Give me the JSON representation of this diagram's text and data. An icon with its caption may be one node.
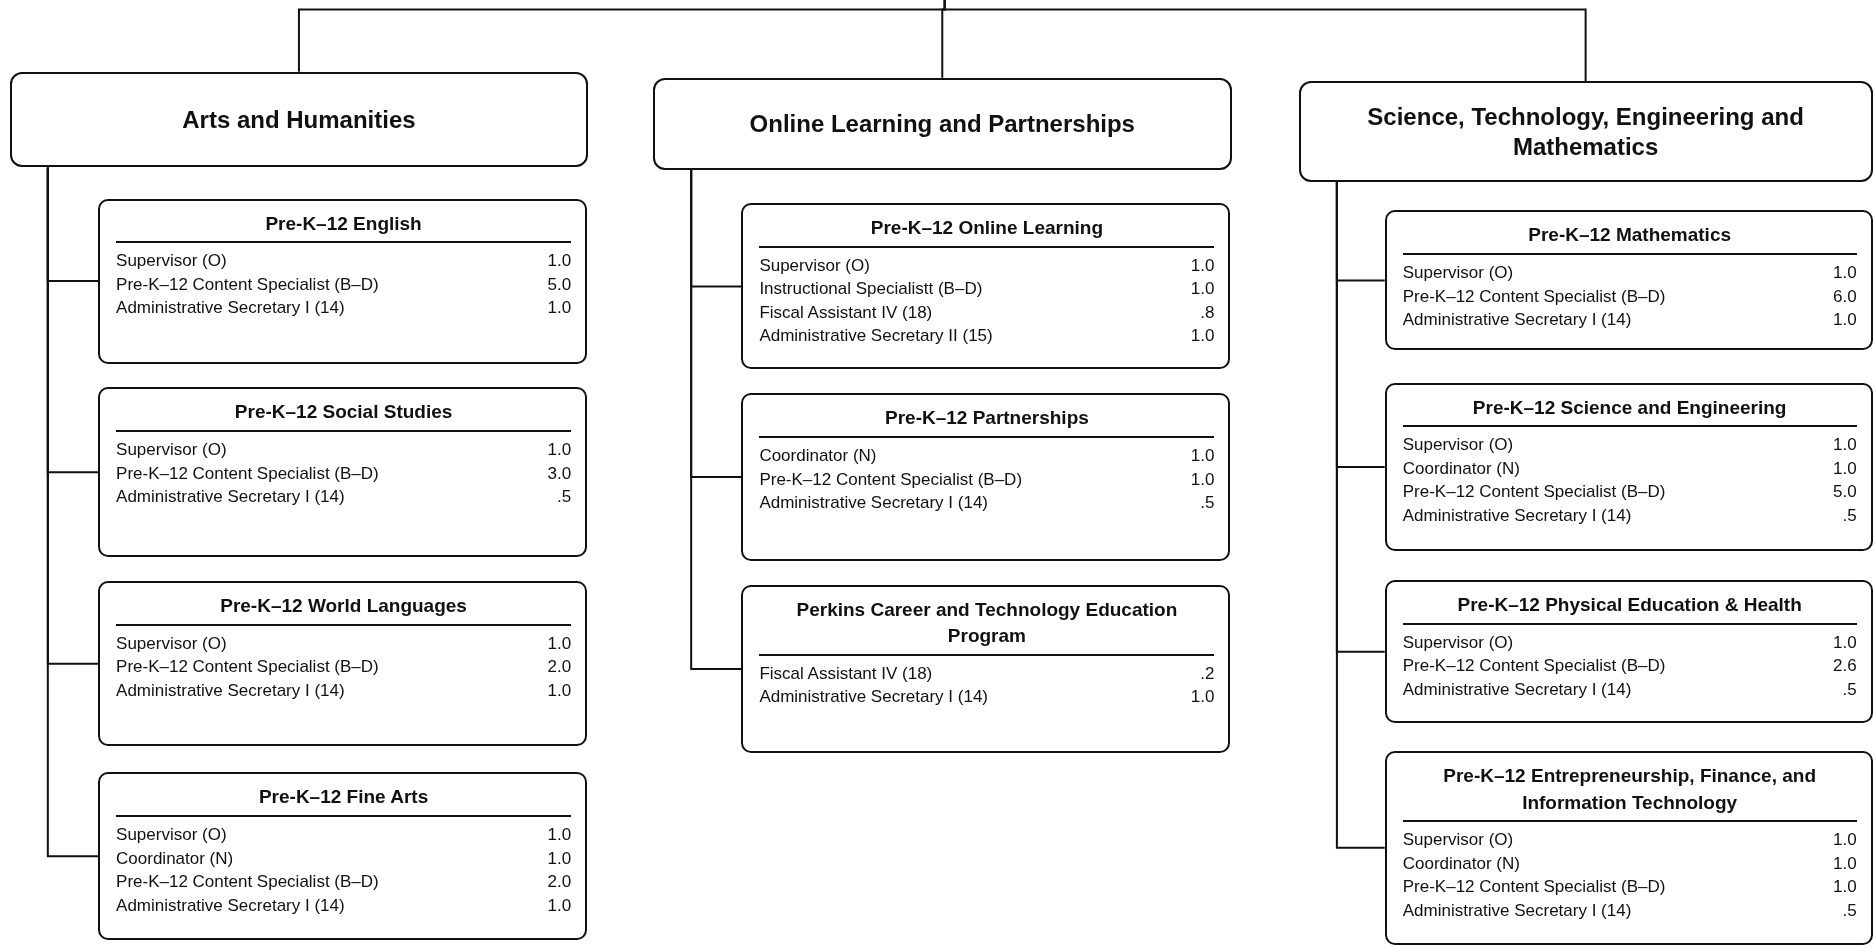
{
  "diagram": {
    "nodes": [
      {
        "text": [
          "Arts and Humanities"
        ]
      },
      {
        "text": [
          "Online Learning and Partnerships"
        ]
      },
      {
        "text": [
          "Science, Technology, Engineering and Mathematics"
        ]
      },
      {
        "text": [
          "Pre-K–12 English",
          "Supervisor (O)",
          "1.0",
          "Pre-K–12 Content Specialist (B–D)",
          "5.0",
          "Administrative Secretary I (14)",
          "1.0"
        ]
      },
      {
        "text": [
          "Pre-K–12 Social Studies",
          "Supervisor (O)",
          "1.0",
          "Pre-K–12 Content Specialist (B–D)",
          "3.0",
          "Administrative Secretary I (14)",
          ".5"
        ]
      },
      {
        "text": [
          "Pre-K–12 World Languages",
          "Supervisor (O)",
          "1.0",
          "Pre-K–12 Content Specialist (B–D)",
          "2.0",
          "Administrative Secretary I (14)",
          "1.0"
        ]
      },
      {
        "text": [
          "Pre-K–12 Fine Arts",
          "Supervisor (O)",
          "1.0",
          "Coordinator (N)",
          "1.0",
          "Pre-K–12 Content Specialist (B–D)",
          "2.0",
          "Administrative Secretary I (14)",
          "1.0"
        ]
      },
      {
        "text": [
          "Pre-K–12 Online Learning",
          "Supervisor (O)",
          "1.0",
          "Instructional Specialistt (B–D)",
          "1.0",
          "Fiscal Assistant IV (18)",
          ".8",
          "Administrative Secretary II (15)",
          "1.0"
        ]
      },
      {
        "text": [
          "Pre-K–12 Partnerships",
          "Coordinator (N)",
          "1.0",
          "Pre-K–12 Content Specialist (B–D)",
          "1.0",
          "Administrative Secretary I (14)",
          ".5"
        ]
      },
      {
        "text": [
          "Perkins Career and Technology Education Program",
          "Fiscal Assistant IV (18)",
          ".2",
          "Administrative Secretary I (14)",
          "1.0"
        ]
      },
      {
        "text": [
          "Pre-K–12 Mathematics",
          "Supervisor (O)",
          "1.0",
          "Pre-K–12 Content Specialist (B–D)",
          "6.0",
          "Administrative Secretary I (14)",
          "1.0"
        ]
      },
      {
        "text": [
          "Pre-K–12 Science and Engineering",
          "Supervisor (O)",
          "1.0",
          "Coordinator (N)",
          "1.0",
          "Pre-K–12 Content Specialist (B–D)",
          "5.0",
          "Administrative Secretary I (14)",
          ".5"
        ]
      },
      {
        "text": [
          "Pre-K–12 Physical Education & Health",
          "Supervisor (O)",
          "1.0",
          "Pre-K–12 Content Specialist (B–D)",
          "2.6",
          "Administrative Secretary I (14)",
          ".5"
        ]
      },
      {
        "text": [
          "Pre-K–12 Entrepreneurship, Finance, and Information Technology",
          "Supervisor (O)",
          "1.0",
          "Coordinator (N)",
          "1.0",
          "Pre-K–12 Content Specialist (B–D)",
          "1.0",
          "Administrative Secretary I (14)",
          ".5"
        ]
      }
    ],
    "edges": [
      {
        "from": null,
        "to": 0,
        "arrow": "none"
      },
      {
        "from": null,
        "to": 1,
        "arrow": "none"
      },
      {
        "from": null,
        "to": 2,
        "arrow": "none"
      },
      {
        "from": 0,
        "to": 3,
        "arrow": "none"
      },
      {
        "from": 0,
        "to": 4,
        "arrow": "none"
      },
      {
        "from": 0,
        "to": 5,
        "arrow": "none"
      },
      {
        "from": 0,
        "to": 6,
        "arrow": "none"
      },
      {
        "from": 1,
        "to": 7,
        "arrow": "none"
      },
      {
        "from": 1,
        "to": 8,
        "arrow": "none"
      },
      {
        "from": 1,
        "to": 9,
        "arrow": "none"
      },
      {
        "from": 2,
        "to": 10,
        "arrow": "none"
      },
      {
        "from": 2,
        "to": 11,
        "arrow": "none"
      },
      {
        "from": 2,
        "to": 12,
        "arrow": "none"
      },
      {
        "from": 2,
        "to": 13,
        "arrow": "none"
      }
    ]
  }
}
